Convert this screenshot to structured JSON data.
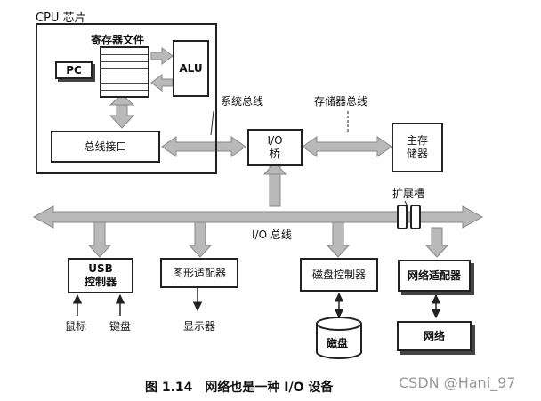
{
  "cpu": {
    "title": "CPU 芯片"
  },
  "regfile": {
    "label": "寄存器文件"
  },
  "pc": {
    "label": "PC"
  },
  "alu": {
    "label": "ALU"
  },
  "bus_interface": {
    "label": "总线接口"
  },
  "system_bus": {
    "label": "系统总线"
  },
  "memory_bus": {
    "label": "存储器总线"
  },
  "io_bridge": {
    "line1": "I/O",
    "line2": "桥"
  },
  "main_memory": {
    "line1": "主存",
    "line2": "储器"
  },
  "expansion_slots": {
    "label": "扩展槽"
  },
  "io_bus": {
    "label": "I/O 总线"
  },
  "usb_controller": {
    "line1": "USB",
    "line2": "控制器"
  },
  "graphics_adapter": {
    "label": "图形适配器"
  },
  "disk_controller": {
    "label": "磁盘控制器"
  },
  "network_adapter": {
    "label": "网络适配器"
  },
  "mouse": {
    "label": "鼠标"
  },
  "keyboard": {
    "label": "键盘"
  },
  "display": {
    "label": "显示器"
  },
  "disk": {
    "label": "磁盘"
  },
  "network": {
    "label": "网络"
  },
  "caption": {
    "text": "图 1.14　网络也是一种 I/O 设备"
  },
  "watermark": {
    "text": "CSDN @Hani_97"
  },
  "colors": {
    "bus": "#b9b9b9",
    "line": "#222222",
    "shadow": "#444444"
  }
}
